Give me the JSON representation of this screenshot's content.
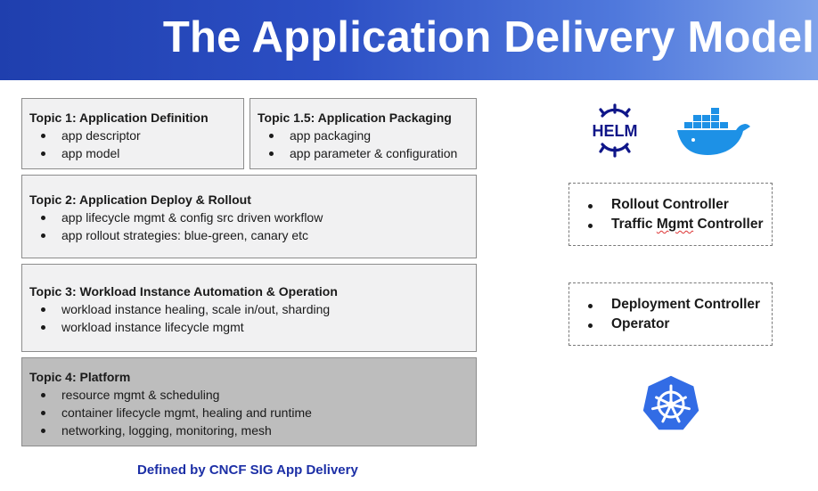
{
  "header": {
    "title": "The Application Delivery Model"
  },
  "topics": [
    {
      "title": "Topic 1: Application Definition",
      "items": [
        "app descriptor",
        "app model"
      ]
    },
    {
      "title": "Topic 1.5: Application Packaging",
      "items": [
        "app packaging",
        "app parameter & configuration"
      ]
    },
    {
      "title": "Topic 2: Application Deploy & Rollout",
      "items": [
        "app lifecycle mgmt & config src driven workflow",
        "app rollout strategies: blue-green, canary etc"
      ]
    },
    {
      "title": "Topic 3: Workload Instance Automation & Operation",
      "items": [
        "workload instance healing, scale in/out, sharding",
        "workload instance lifecycle mgmt"
      ]
    },
    {
      "title": "Topic 4: Platform",
      "items": [
        "resource mgmt & scheduling",
        "container lifecycle mgmt, healing and runtime",
        "networking, logging, monitoring, mesh"
      ]
    }
  ],
  "controllers": {
    "rollout": {
      "item1": "Rollout Controller",
      "item2_pre": "Traffic ",
      "item2_mark": "Mgmt",
      "item2_post": " Controller"
    },
    "deployment": {
      "item1": "Deployment Controller",
      "item2": "Operator"
    }
  },
  "logos": {
    "helm": "HELM",
    "docker": "docker-whale-icon",
    "kubernetes": "kubernetes-helm-wheel-icon"
  },
  "colors": {
    "header_start": "#1f3fae",
    "header_end": "#7ea2ea",
    "footer_text": "#1c2fa6",
    "helm": "#0f1689",
    "docker": "#1d91e6",
    "kubernetes": "#326ce5",
    "topic4_bg": "#bdbdbd"
  },
  "footer": {
    "text": "Defined by CNCF SIG App Delivery"
  }
}
